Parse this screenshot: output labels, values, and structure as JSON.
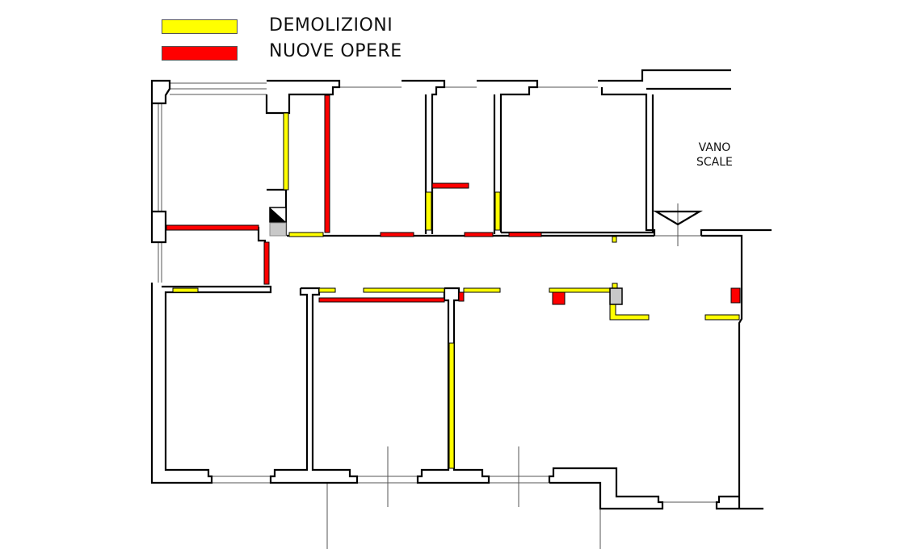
{
  "legend": {
    "items": [
      {
        "label": "DEMOLIZIONI",
        "color": "#ffff00"
      },
      {
        "label": "NUOVE OPERE",
        "color": "#ff0000"
      }
    ]
  },
  "rooms": {
    "stair_label_line1": "VANO",
    "stair_label_line2": "SCALE"
  },
  "colors": {
    "demolition": "#ffff00",
    "new_work": "#ff0000",
    "wall": "#000000"
  }
}
